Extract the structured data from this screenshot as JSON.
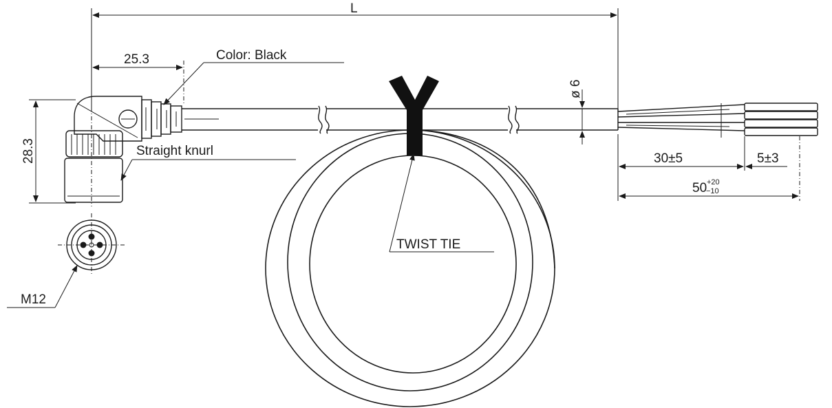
{
  "dimensions": {
    "overall_length": "L",
    "connector_offset": "25.3",
    "connector_height": "28.3",
    "cable_diameter": "ø 6",
    "sheath_strip": "30±5",
    "wire_strip": "5±3",
    "lead_length_base": "50",
    "lead_tol_plus": "+20",
    "lead_tol_minus": "−10"
  },
  "callouts": {
    "color": "Color: Black",
    "knurl": "Straight knurl",
    "tie": "TWIST  TIE",
    "thread": "M12"
  },
  "colors": {
    "line": "#1a1a1a",
    "tie": "#111111",
    "background": "#ffffff"
  }
}
